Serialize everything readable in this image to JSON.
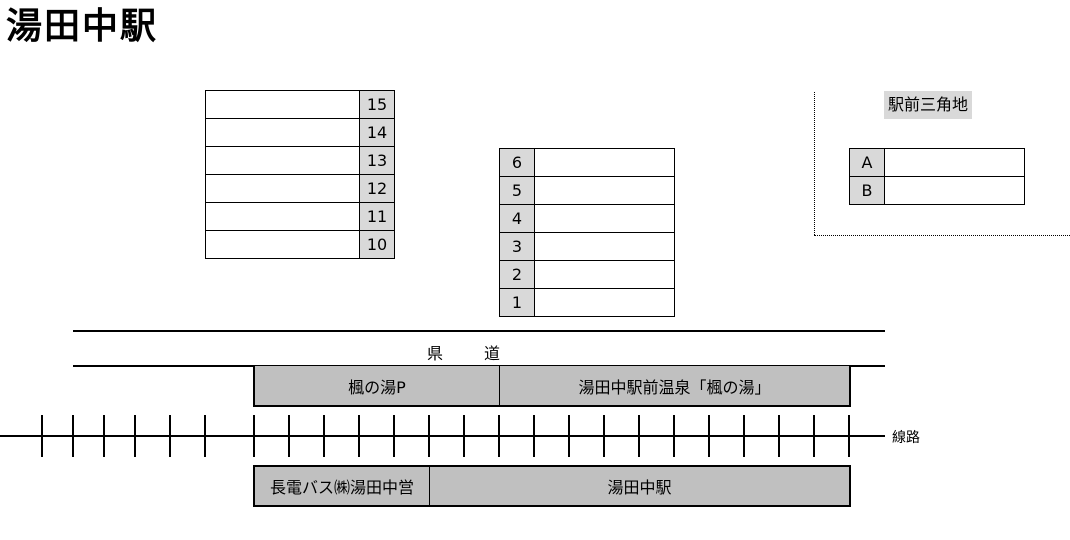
{
  "title": "湯田中駅",
  "left_block": {
    "slots": [
      {
        "number": "15",
        "value": ""
      },
      {
        "number": "14",
        "value": ""
      },
      {
        "number": "13",
        "value": ""
      },
      {
        "number": "12",
        "value": ""
      },
      {
        "number": "11",
        "value": ""
      },
      {
        "number": "10",
        "value": ""
      }
    ]
  },
  "center_block": {
    "slots": [
      {
        "number": "6",
        "value": ""
      },
      {
        "number": "5",
        "value": ""
      },
      {
        "number": "4",
        "value": ""
      },
      {
        "number": "3",
        "value": ""
      },
      {
        "number": "2",
        "value": ""
      },
      {
        "number": "1",
        "value": ""
      }
    ]
  },
  "triangle_area": {
    "label": "駅前三角地",
    "slots": [
      {
        "number": "A",
        "value": ""
      },
      {
        "number": "B",
        "value": ""
      }
    ]
  },
  "road": {
    "label_left": "県",
    "label_right": "道"
  },
  "upper_buildings": {
    "parking": "楓の湯P",
    "onsen": "湯田中駅前温泉「楓の湯」"
  },
  "railway": {
    "label": "線路"
  },
  "lower_buildings": {
    "bus": "長電バス㈱湯田中営",
    "station": "湯田中駅"
  },
  "colors": {
    "slot_number_bg": "#d9d9d9",
    "building_bg": "#c0c0c0",
    "line": "#000000"
  }
}
